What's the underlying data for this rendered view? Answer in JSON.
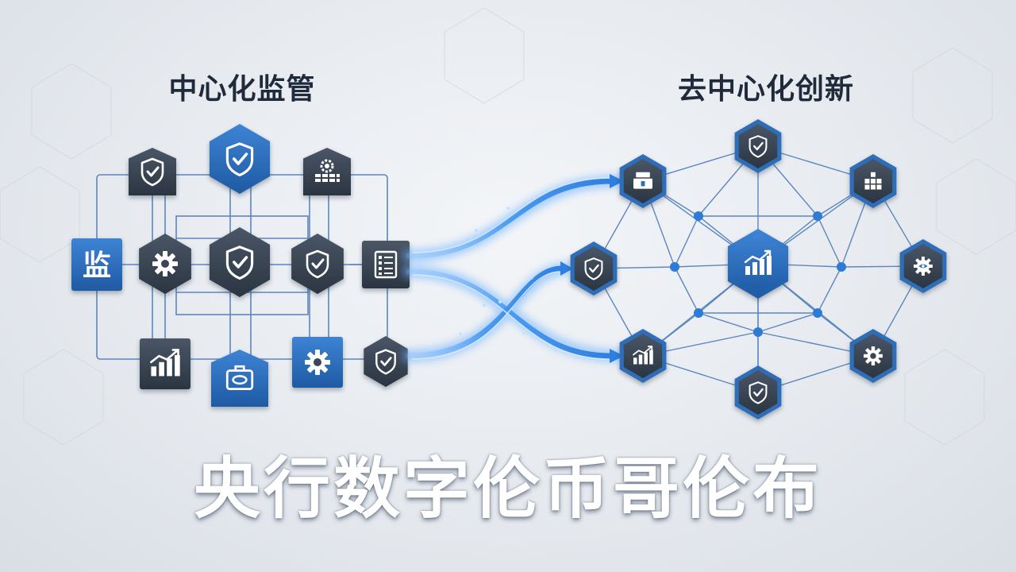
{
  "left_heading": "中心化监管",
  "right_heading": "去中心化创新",
  "main_title": "央行数字伦币哥伦布",
  "badge_text": "监",
  "colors": {
    "navy": "#34404f",
    "blue": "#2f6db8",
    "line": "#5b86c0",
    "flow": "#3f8fe0",
    "node": "#2e7bd6"
  },
  "icons": [
    "shield-check-icon",
    "gear-icon",
    "gear-grid-icon",
    "checklist-icon",
    "bar-chart-icon",
    "briefcase-icon",
    "server-icon",
    "grid-icon",
    "eye-gear-icon"
  ]
}
